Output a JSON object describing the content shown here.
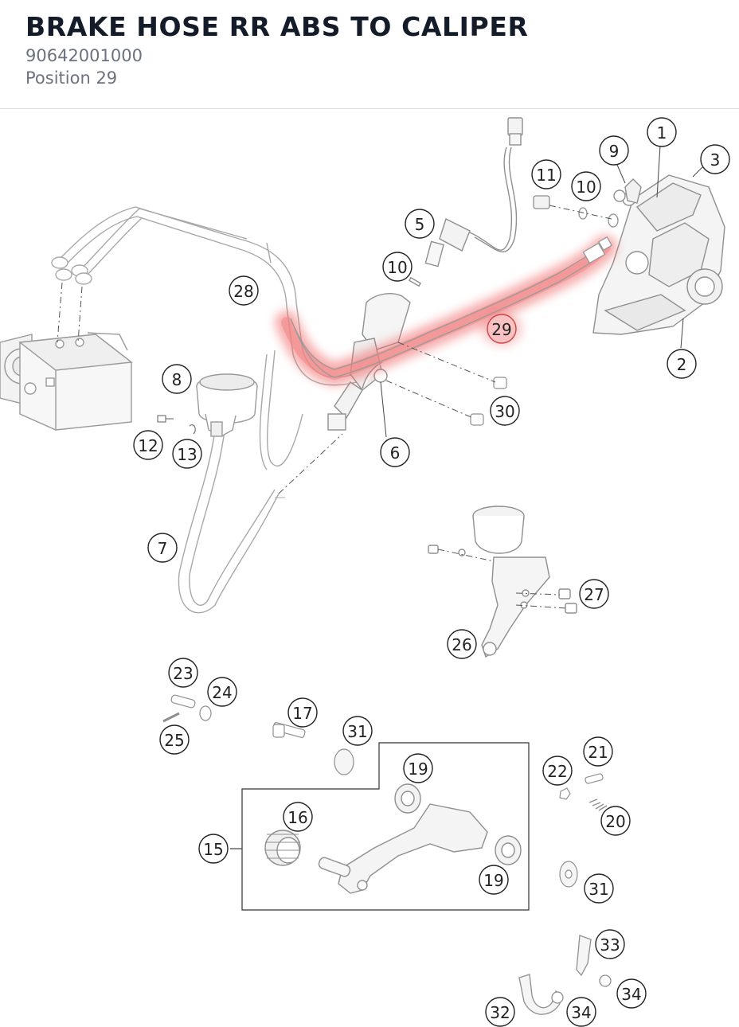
{
  "header": {
    "title": "BRAKE HOSE RR ABS TO CALIPER",
    "part_number": "90642001000",
    "position": "Position 29"
  },
  "colors": {
    "title": "#141b29",
    "subtitle": "#6b7280",
    "highlight": "#f06a6a",
    "line": "#555555"
  },
  "diagram": {
    "highlighted_callout": "29",
    "callouts": [
      {
        "id": "c1",
        "label": "1"
      },
      {
        "id": "c2",
        "label": "2"
      },
      {
        "id": "c3",
        "label": "3"
      },
      {
        "id": "c5",
        "label": "5"
      },
      {
        "id": "c6",
        "label": "6"
      },
      {
        "id": "c7",
        "label": "7"
      },
      {
        "id": "c8",
        "label": "8"
      },
      {
        "id": "c9",
        "label": "9"
      },
      {
        "id": "c10a",
        "label": "10"
      },
      {
        "id": "c10b",
        "label": "10"
      },
      {
        "id": "c11",
        "label": "11"
      },
      {
        "id": "c12",
        "label": "12"
      },
      {
        "id": "c13",
        "label": "13"
      },
      {
        "id": "c15",
        "label": "15"
      },
      {
        "id": "c16",
        "label": "16"
      },
      {
        "id": "c17",
        "label": "17"
      },
      {
        "id": "c19a",
        "label": "19"
      },
      {
        "id": "c19b",
        "label": "19"
      },
      {
        "id": "c20",
        "label": "20"
      },
      {
        "id": "c21",
        "label": "21"
      },
      {
        "id": "c22",
        "label": "22"
      },
      {
        "id": "c23",
        "label": "23"
      },
      {
        "id": "c24",
        "label": "24"
      },
      {
        "id": "c25",
        "label": "25"
      },
      {
        "id": "c26",
        "label": "26"
      },
      {
        "id": "c27",
        "label": "27"
      },
      {
        "id": "c28",
        "label": "28"
      },
      {
        "id": "c29",
        "label": "29"
      },
      {
        "id": "c30",
        "label": "30"
      },
      {
        "id": "c31a",
        "label": "31"
      },
      {
        "id": "c31b",
        "label": "31"
      },
      {
        "id": "c32",
        "label": "32"
      },
      {
        "id": "c33",
        "label": "33"
      },
      {
        "id": "c34a",
        "label": "34"
      },
      {
        "id": "c34b",
        "label": "34"
      }
    ]
  }
}
